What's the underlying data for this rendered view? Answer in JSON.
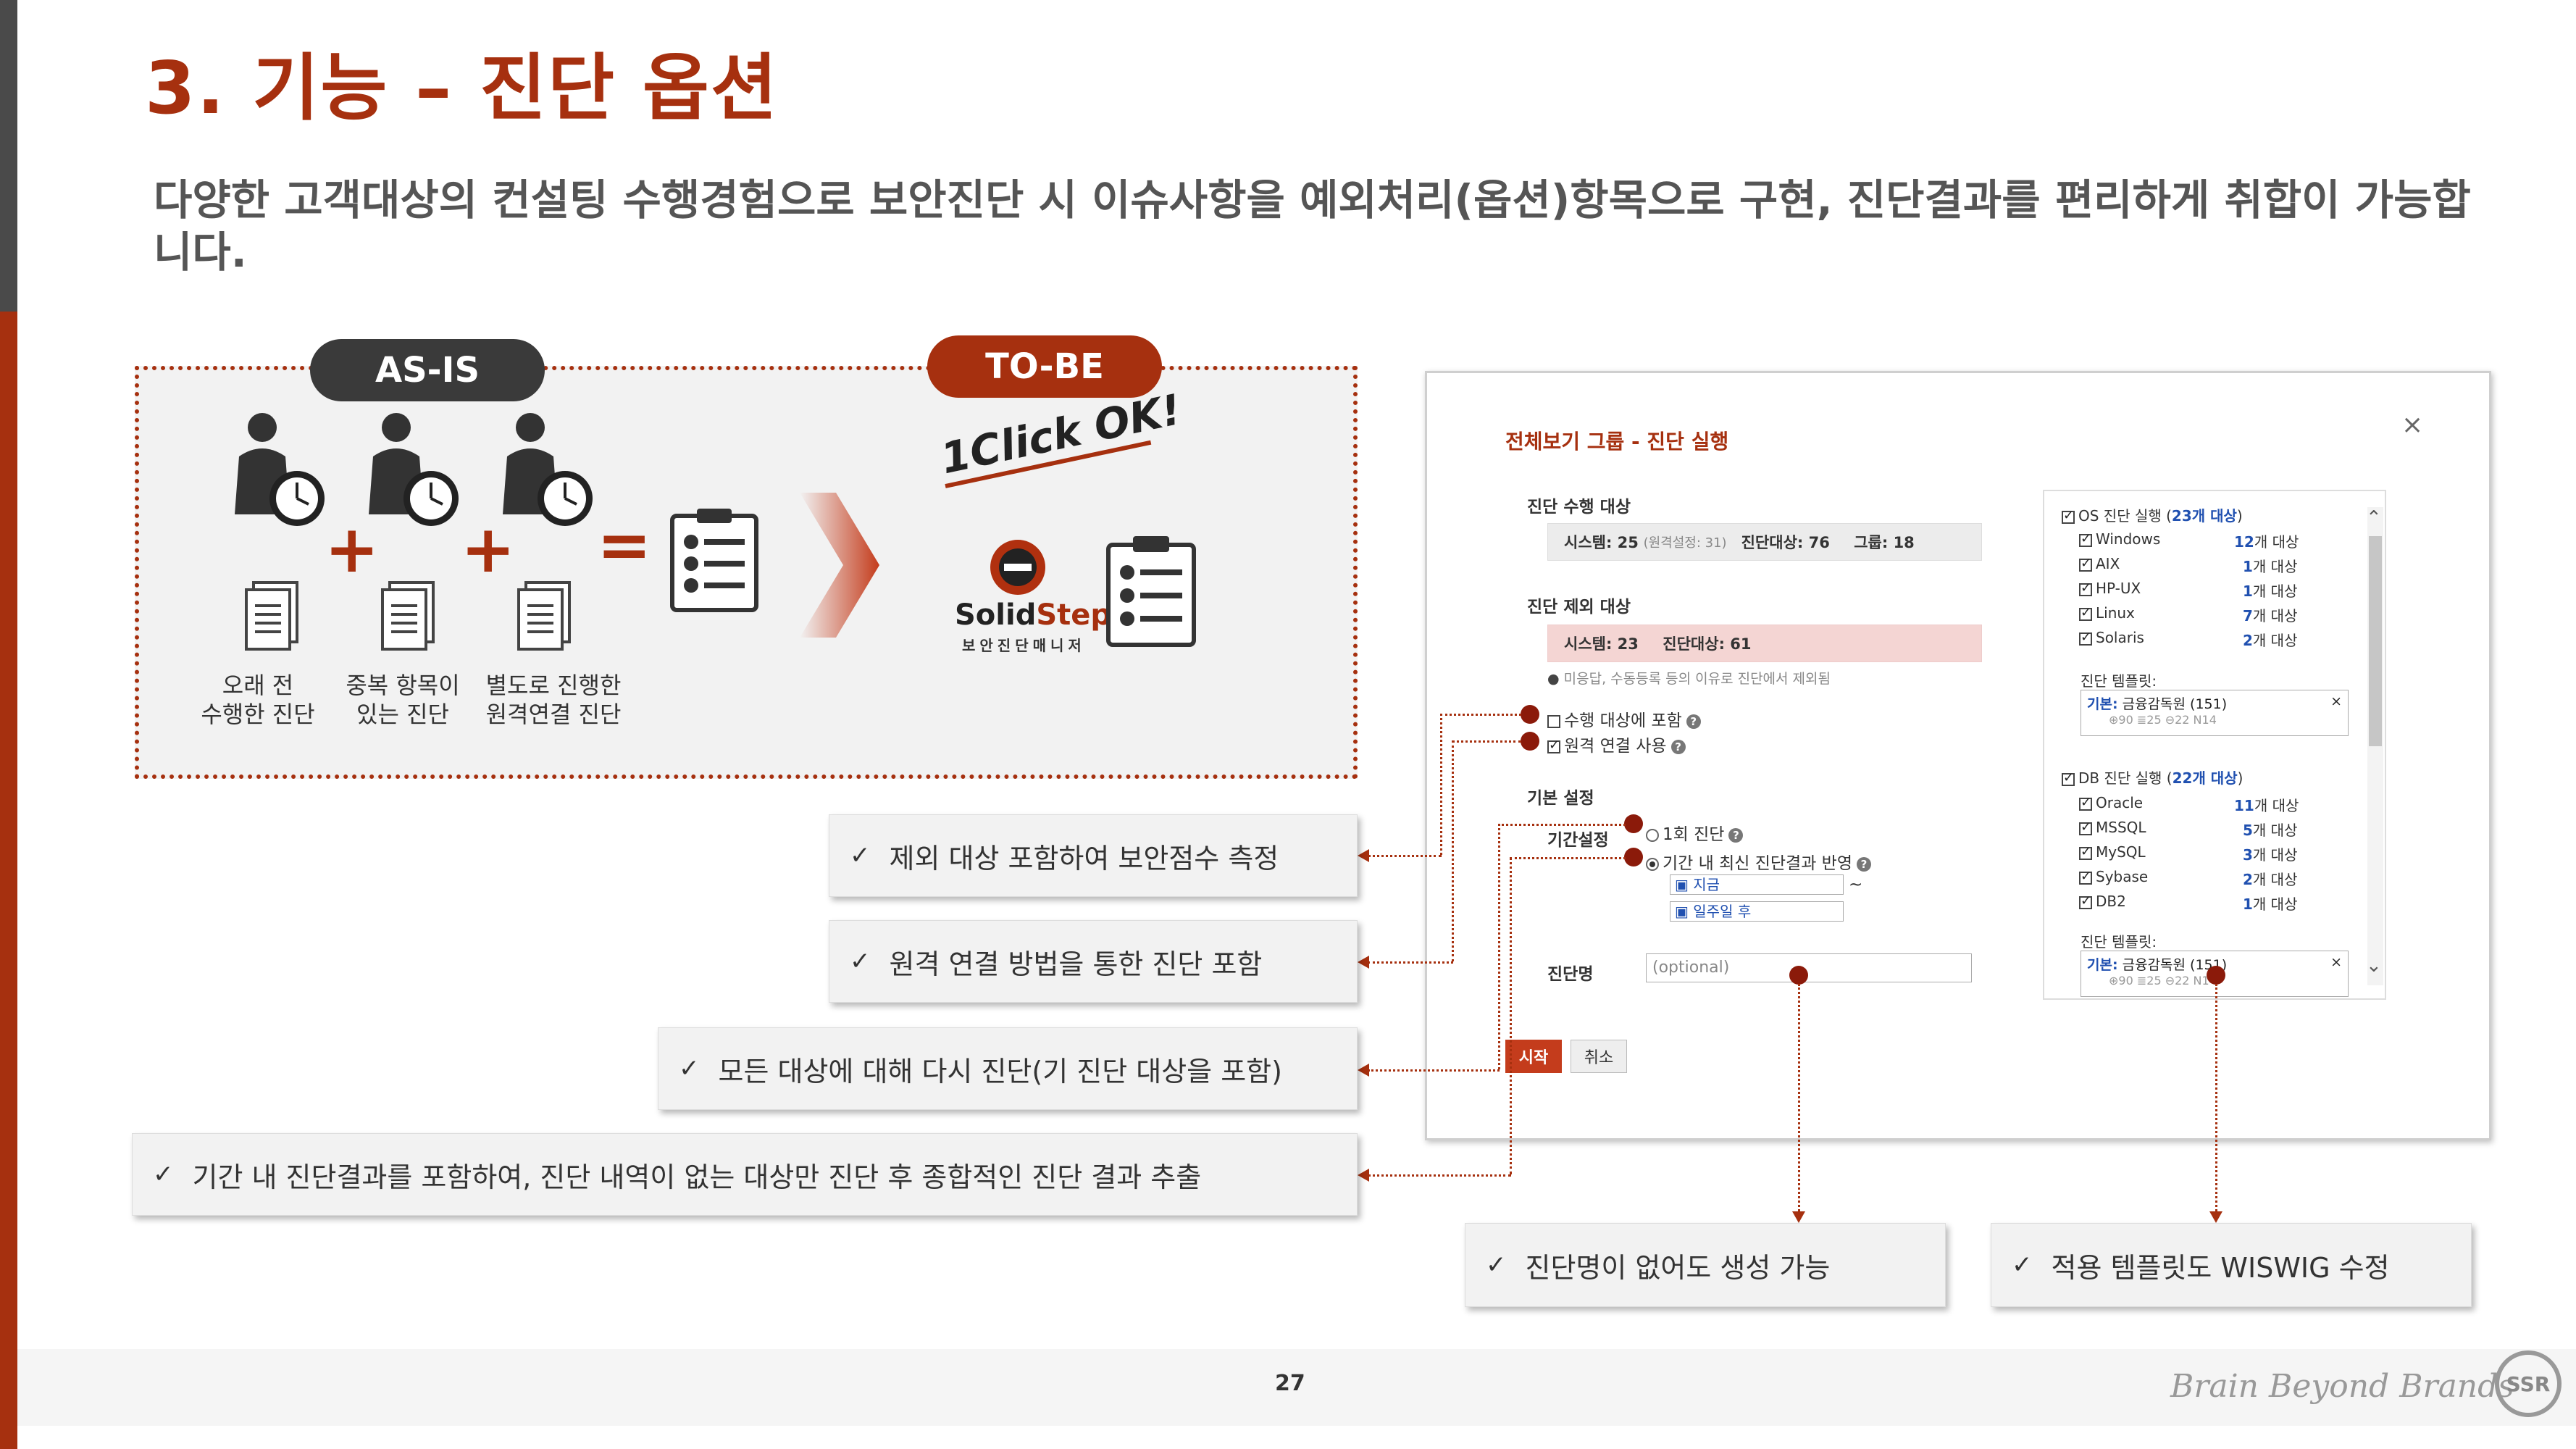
{
  "slide": {
    "title": "3. 기능 – 진단 옵션",
    "subtitle": "다양한 고객대상의 컨설팅 수행경험으로 보안진단 시 이슈사항을 예외처리(옵션)항목으로 구현, 진단결과를 편리하게 취합이 가능합니다.",
    "page_number": "27",
    "tagline": "Brain Beyond Brands",
    "logo_text": "SSR"
  },
  "asis": {
    "label": "AS-IS",
    "cases": [
      {
        "line1": "오래 전",
        "line2": "수행한 진단"
      },
      {
        "line1": "중복 항목이",
        "line2": "있는 진단"
      },
      {
        "line1": "별도로 진행한",
        "line2": "원격연결 진단"
      }
    ],
    "plus": "+",
    "equals": "="
  },
  "tobe": {
    "label": "TO-BE",
    "slogan": "1Click OK!",
    "product_name_a": "Solid",
    "product_name_b": "Step",
    "product_sub": "보안진단매니저"
  },
  "dialog": {
    "title": "전체보기 그룹 - 진단 실행",
    "close": "×",
    "target_label": "진단 수행 대상",
    "target_value_a": "시스템: 25",
    "target_value_b": "(원격설정: 31)",
    "target_value_c": "진단대상: 76",
    "target_value_d": "그룹: 18",
    "exclude_label": "진단 제외 대상",
    "exclude_value_a": "시스템: 23",
    "exclude_value_b": "진단대상: 61",
    "exclude_note": "미응답, 수동등록 등의 이유로 진단에서 제외됨",
    "opt_include": "수행 대상에 포함",
    "opt_remote": "원격 연결 사용",
    "basic_label": "기본 설정",
    "period_label": "기간설정",
    "radio_once": "1회 진단",
    "radio_latest": "기간 내 최신 진단결과 반영",
    "date_from": "지금",
    "date_sep": "~",
    "date_to": "일주일 후",
    "name_label": "진단명",
    "name_placeholder": "(optional)",
    "start_button": "시작",
    "cancel_button": "취소",
    "os_section": {
      "title_a": "OS 진단 실행 (",
      "title_b": "23개 대상",
      "title_c": ")",
      "items": [
        {
          "name": "Windows",
          "count": "12",
          "unit": "개 대상"
        },
        {
          "name": "AIX",
          "count": "1",
          "unit": "개 대상"
        },
        {
          "name": "HP-UX",
          "count": "1",
          "unit": "개 대상"
        },
        {
          "name": "Linux",
          "count": "7",
          "unit": "개 대상"
        },
        {
          "name": "Solaris",
          "count": "2",
          "unit": "개 대상"
        }
      ],
      "template_label": "진단 템플릿:",
      "template_name_a": "기본:",
      "template_name_b": "금융감독원 (151)",
      "template_stats": "⊕90  ≣25  ⊖22  N14",
      "template_close": "×"
    },
    "db_section": {
      "title_a": "DB 진단 실행 (",
      "title_b": "22개 대상",
      "title_c": ")",
      "items": [
        {
          "name": "Oracle",
          "count": "11",
          "unit": "개 대상"
        },
        {
          "name": "MSSQL",
          "count": "5",
          "unit": "개 대상"
        },
        {
          "name": "MySQL",
          "count": "3",
          "unit": "개 대상"
        },
        {
          "name": "Sybase",
          "count": "2",
          "unit": "개 대상"
        },
        {
          "name": "DB2",
          "count": "1",
          "unit": "개 대상"
        }
      ],
      "template_label": "진단 템플릿:",
      "template_name_a": "기본:",
      "template_name_b": "금융감독원 (151)",
      "template_stats": "⊕90  ≣25  ⊖22  N14",
      "template_close": "×"
    }
  },
  "callouts": {
    "check": "✓",
    "c1": "제외 대상 포함하여 보안점수 측정",
    "c2": "원격 연결 방법을 통한 진단 포함",
    "c3": "모든 대상에 대해 다시 진단(기 진단 대상을 포함)",
    "c4": "기간 내 진단결과를 포함하여, 진단 내역이 없는 대상만 진단 후 종합적인 진단 결과 추출",
    "c5": "진단명이 없어도 생성 가능",
    "c6": "적용 템플릿도 WISWIG 수정"
  },
  "colors": {
    "accent": "#a6300f",
    "dark": "#3a3a3a"
  }
}
